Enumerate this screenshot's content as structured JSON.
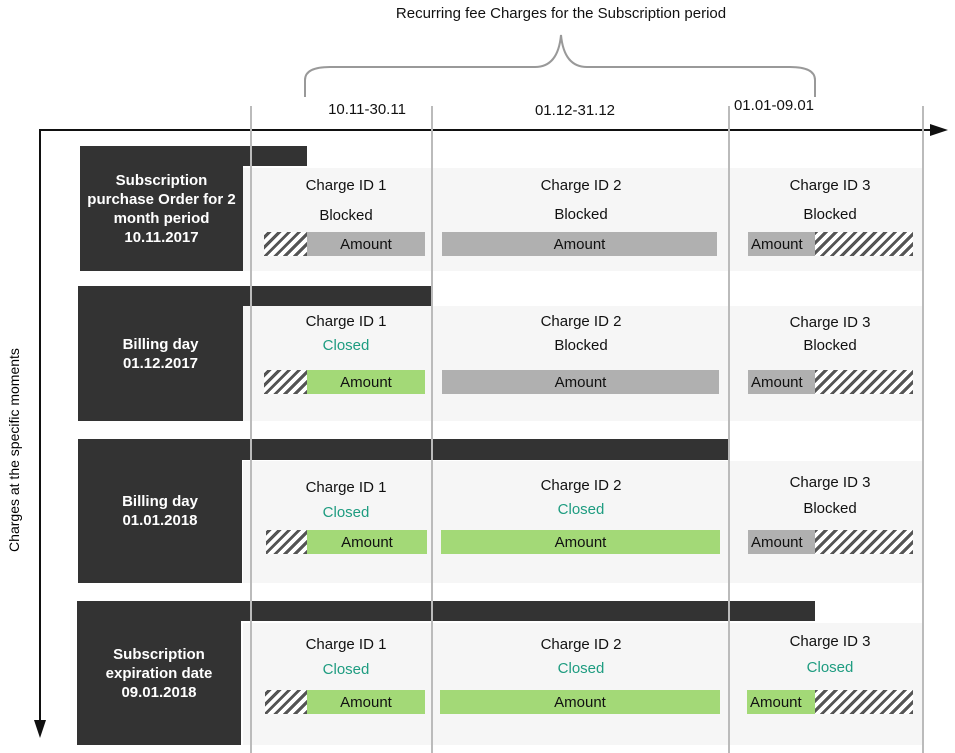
{
  "header": {
    "title": "Recurring fee Charges for the Subscription period",
    "periods": [
      "10.11-30.11",
      "01.12-31.12",
      "01.01-09.01"
    ]
  },
  "y_axis_label": "Charges at the specific moments",
  "colors": {
    "closed": "#1e9c80",
    "blocked_bar": "#b0b0b0",
    "closed_bar": "#a3d977",
    "box": "#333333"
  },
  "rows": [
    {
      "label": "Subscription purchase Order for 2 month period 10.11.2017",
      "charges": [
        {
          "title": "Charge ID 1",
          "status": "Blocked",
          "amount": "Amount"
        },
        {
          "title": "Charge ID 2",
          "status": "Blocked",
          "amount": "Amount"
        },
        {
          "title": "Charge ID 3",
          "status": "Blocked",
          "amount": "Amount"
        }
      ]
    },
    {
      "label": "Billing day 01.12.2017",
      "charges": [
        {
          "title": "Charge ID 1",
          "status": "Closed",
          "amount": "Amount"
        },
        {
          "title": "Charge ID 2",
          "status": "Blocked",
          "amount": "Amount"
        },
        {
          "title": "Charge ID 3",
          "status": "Blocked",
          "amount": "Amount"
        }
      ]
    },
    {
      "label": "Billing day 01.01.2018",
      "charges": [
        {
          "title": "Charge ID 1",
          "status": "Closed",
          "amount": "Amount"
        },
        {
          "title": "Charge ID 2",
          "status": "Closed",
          "amount": "Amount"
        },
        {
          "title": "Charge ID 3",
          "status": "Blocked",
          "amount": "Amount"
        }
      ]
    },
    {
      "label": "Subscription expiration date 09.01.2018",
      "charges": [
        {
          "title": "Charge ID 1",
          "status": "Closed",
          "amount": "Amount"
        },
        {
          "title": "Charge ID 2",
          "status": "Closed",
          "amount": "Amount"
        },
        {
          "title": "Charge ID 3",
          "status": "Closed",
          "amount": "Amount"
        }
      ]
    }
  ]
}
